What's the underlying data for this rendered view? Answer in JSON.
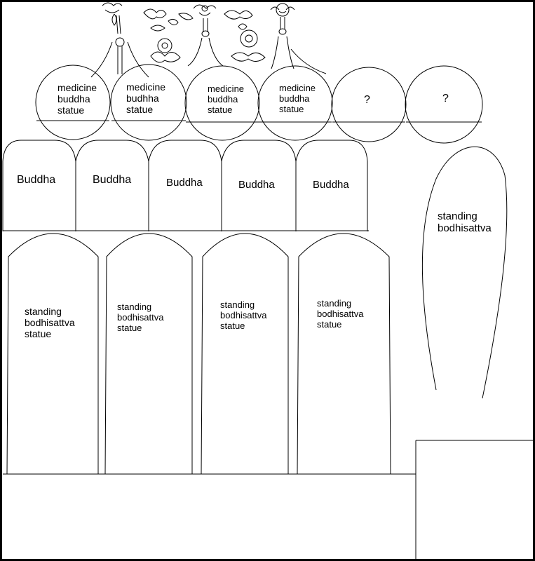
{
  "circles": [
    {
      "lines": [
        "medicine",
        "buddha",
        "statue"
      ]
    },
    {
      "lines": [
        "medicine",
        "budhha",
        "statue"
      ]
    },
    {
      "lines": [
        "medicine",
        "buddha",
        "statue"
      ]
    },
    {
      "lines": [
        "medicine",
        "buddha",
        "statue"
      ]
    },
    {
      "lines": [
        "?"
      ]
    },
    {
      "lines": [
        "?"
      ]
    }
  ],
  "buddha_panels": [
    "Buddha",
    "Buddha",
    "Buddha",
    "Buddha",
    "Buddha"
  ],
  "standing_panels": [
    {
      "lines": [
        "standing",
        "bodhisattva",
        "statue"
      ]
    },
    {
      "lines": [
        "standing",
        "bodhisattva",
        "statue"
      ]
    },
    {
      "lines": [
        "standing",
        "bodhisattva",
        "statue"
      ]
    },
    {
      "lines": [
        "standing",
        "bodhisattva",
        "statue"
      ]
    }
  ],
  "tall_figure": {
    "lines": [
      "standing",
      "bodhisattva"
    ]
  },
  "colors": {
    "line": "#000000",
    "background": "#ffffff"
  },
  "decoration": "carved floral frieze with three figures"
}
